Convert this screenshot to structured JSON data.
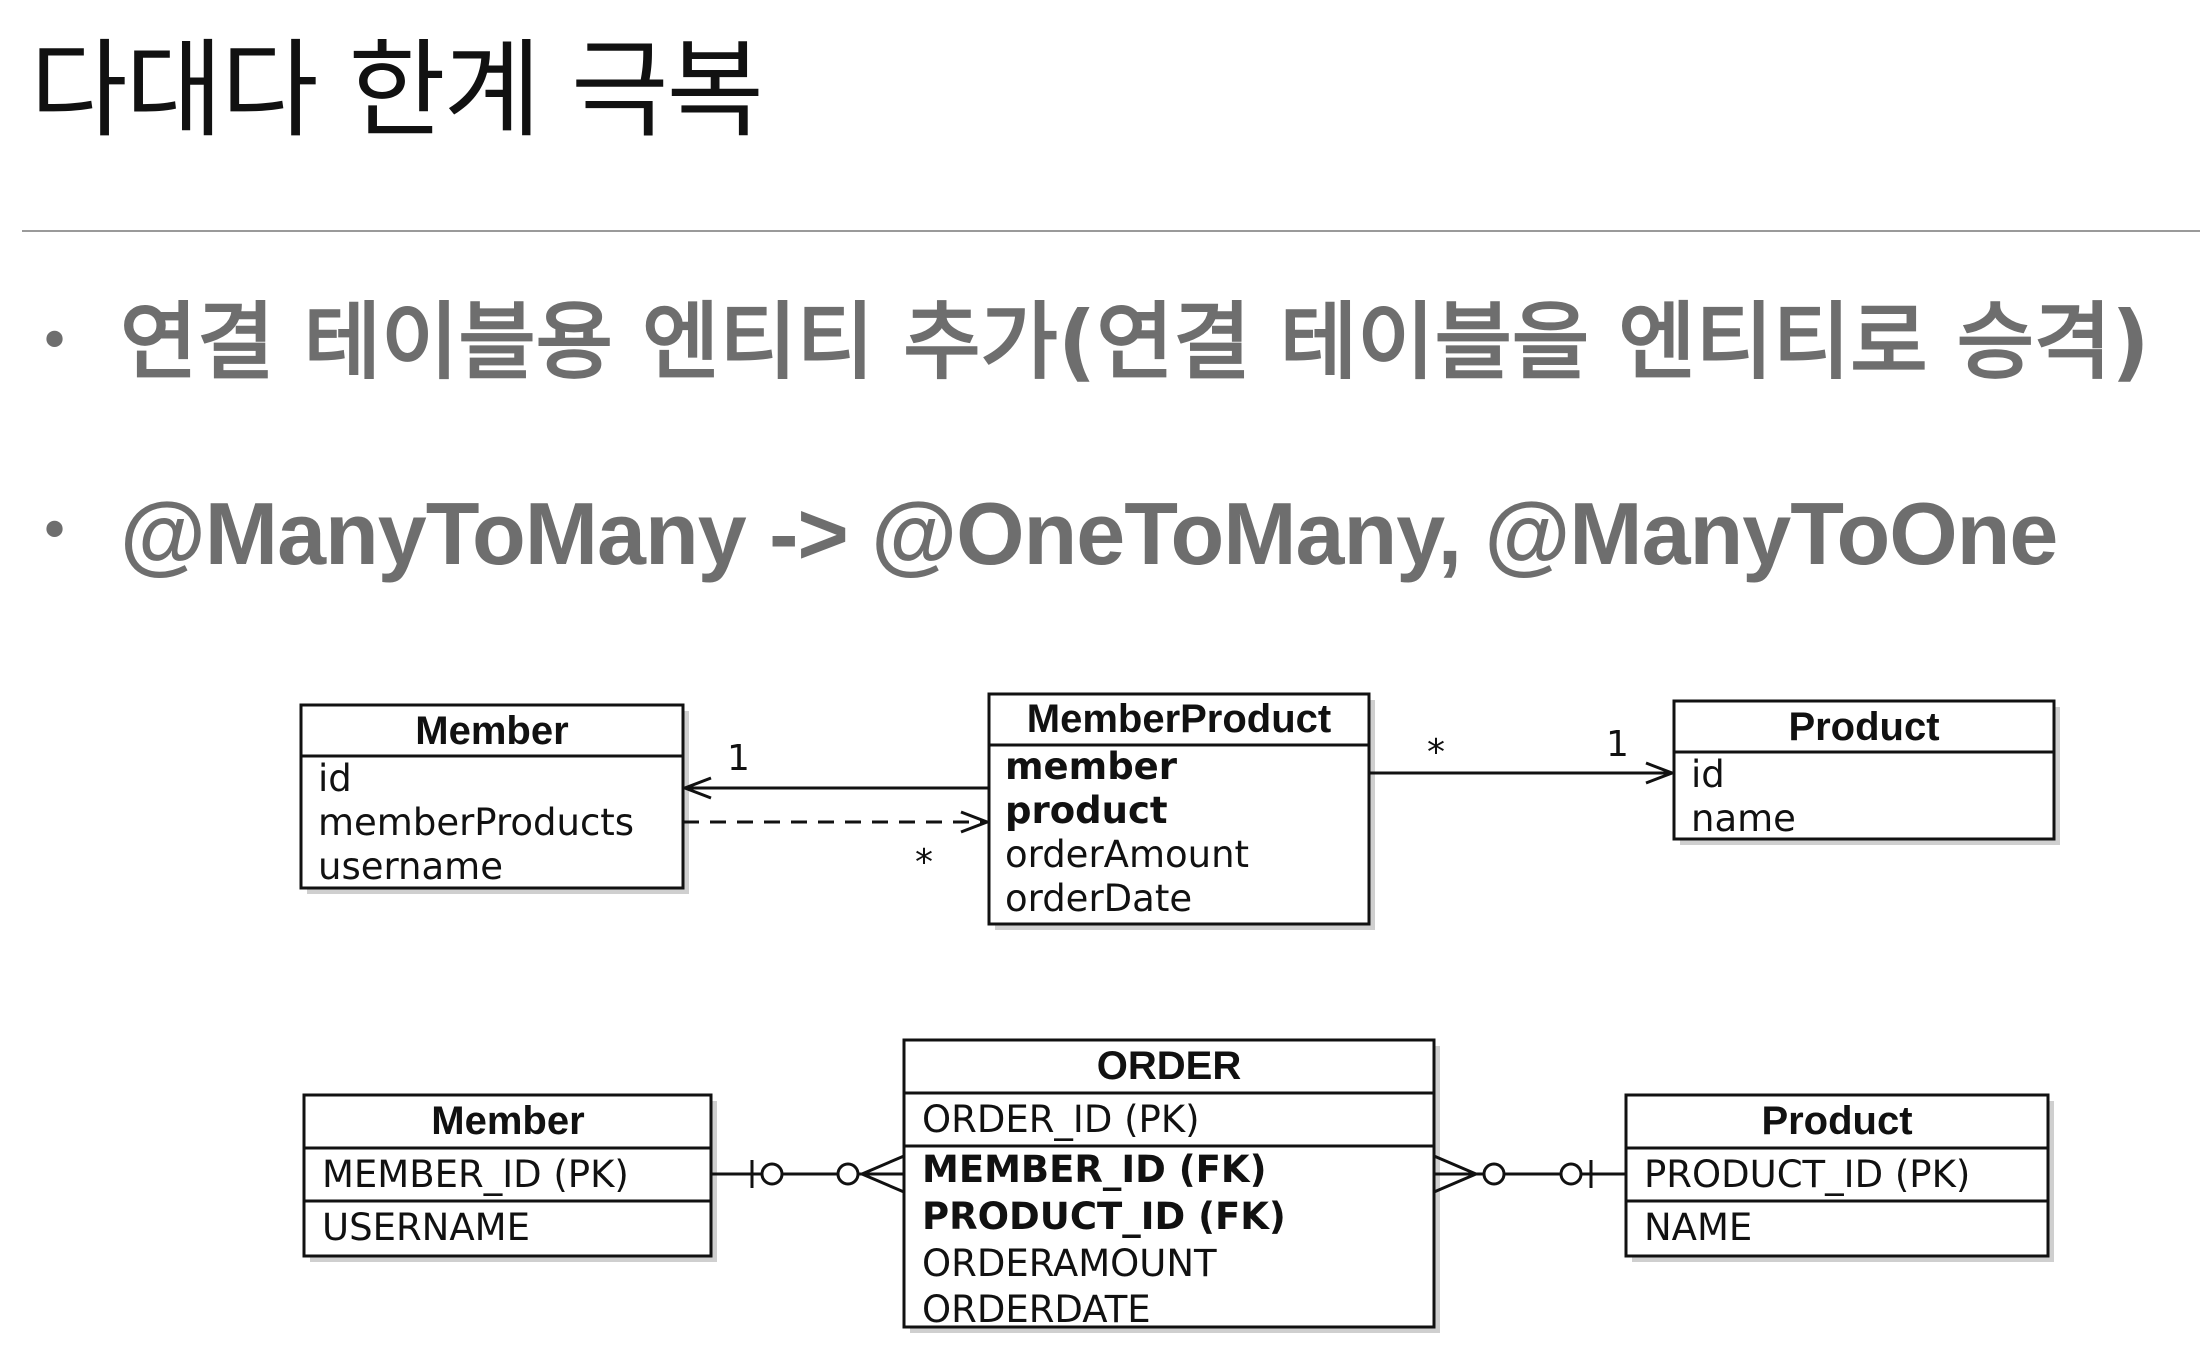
{
  "slide": {
    "title": "다대다 한계 극복",
    "bullets": [
      "연결 테이블용 엔티티 추가(연결 테이블을 엔티티로 승격)",
      "@ManyToMany -> @OneToMany, @ManyToOne"
    ]
  },
  "class_diagram": {
    "member": {
      "title": "Member",
      "attributes": [
        "id",
        "memberProducts",
        "username"
      ]
    },
    "member_product": {
      "title": "MemberProduct",
      "attributes": [
        "member",
        "product",
        "orderAmount",
        "orderDate"
      ],
      "bold_attributes": [
        "member",
        "product"
      ]
    },
    "product": {
      "title": "Product",
      "attributes": [
        "id",
        "name"
      ]
    },
    "multiplicities": {
      "mp_to_member_one": "1",
      "member_to_mp_many": "*",
      "mp_to_product_many": "*",
      "mp_to_product_one": "1"
    }
  },
  "erd": {
    "member": {
      "title": "Member",
      "rows": [
        "MEMBER_ID (PK)",
        "USERNAME"
      ]
    },
    "order": {
      "title": "ORDER",
      "pk": "ORDER_ID (PK)",
      "fks": [
        "MEMBER_ID (FK)",
        "PRODUCT_ID (FK)"
      ],
      "attributes": [
        "ORDERAMOUNT",
        "ORDERDATE"
      ]
    },
    "product": {
      "title": "Product",
      "rows": [
        "PRODUCT_ID (PK)",
        "NAME"
      ]
    }
  }
}
